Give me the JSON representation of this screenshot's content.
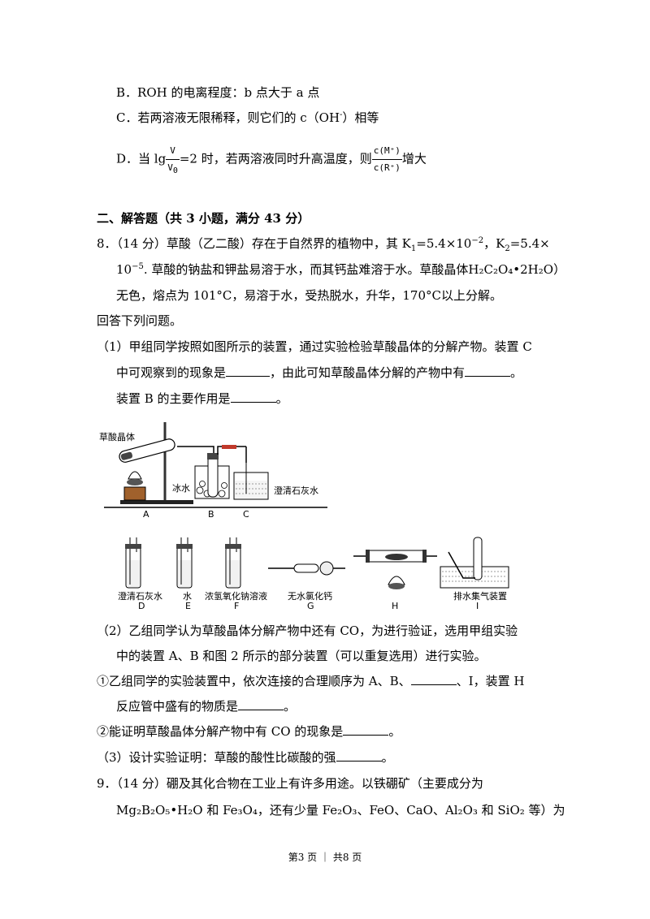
{
  "options": {
    "b": "B．ROH 的电离程度：b 点大于 a 点",
    "c_pre": "C．若两溶液无限稀释，则它们的 c（OH",
    "c_sup": "-",
    "c_post": "）相等",
    "d_pre": "D．当 lg",
    "d_frac_num": "V",
    "d_frac_den": "V",
    "d_frac_den_sub": "0",
    "d_mid": "=2 时，若两溶液同时升高温度，则",
    "d_frac2_num": "c(M⁺)",
    "d_frac2_den": "c(R⁺)",
    "d_post": "增大"
  },
  "section_title": "二、解答题（共 3 小题，满分 43 分）",
  "q8": {
    "l1_pre": "8．（14 分）草酸（乙二酸）存在于自然界的植物中，其 K",
    "k1_sub": "1",
    "l1_mid": "=5.4×10",
    "l1_exp": "−2",
    "l1_mid2": "，K",
    "k2_sub": "2",
    "l1_end": "=5.4×",
    "l2_pre": "10",
    "l2_exp": "−5",
    "l2_mid": ". 草酸的钠盐和钾盐易溶于水，而其钙盐难溶于水。草酸晶体",
    "formula": "H₂C₂O₄•2H₂O",
    "l2_end": "）",
    "l3": "无色，熔点为 101°C，易溶于水，受热脱水，升华，170°C以上分解。",
    "l4": "回答下列问题。",
    "p1_l1": "（1）甲组同学按照如图所示的装置，通过实验检验草酸晶体的分解产物。装置 C",
    "p1_l2a": "中可观察到的现象是",
    "p1_l2b": "，由此可知草酸晶体分解的产物中有",
    "p1_l2c": "。",
    "p1_l3a": "装置 B 的主要作用是",
    "p1_l3b": "。",
    "fig": {
      "lbl_crystal": "草酸晶体",
      "lbl_ice": "冰水",
      "lbl_lime_top": "澄清石灰水",
      "A": "A",
      "B": "B",
      "C": "C",
      "lbl_lime": "澄清石灰水",
      "lbl_water": "水",
      "lbl_naoh": "浓氢氧化钠溶液",
      "lbl_cacl2": "无水氯化钙",
      "lbl_gas": "排水集气装置",
      "D": "D",
      "E": "E",
      "F": "F",
      "G": "G",
      "H": "H",
      "I": "I"
    },
    "p2_l1": "（2）乙组同学认为草酸晶体分解产物中还有 CO，为进行验证，选用甲组实验",
    "p2_l2": "中的装置 A、B 和图 2 所示的部分装置（可以重复选用）进行实验。",
    "p2a_l1a": "①乙组同学的实验装置中，依次连接的合理顺序为 A、B、",
    "p2a_l1b": "、I，装置 H",
    "p2a_l2a": "反应管中盛有的物质是",
    "p2a_l2b": "。",
    "p2b_a": "②能证明草酸晶体分解产物中有 CO 的现象是",
    "p2b_b": "。",
    "p3_a": "（3）设计实验证明：草酸的酸性比碳酸的强",
    "p3_b": "。"
  },
  "q9": {
    "l1": "9．（14 分）硼及其化合物在工业上有许多用途。以铁硼矿（主要成分为",
    "l2": "Mg₂B₂O₅•H₂O 和 Fe₃O₄，还有少量 Fe₂O₃、FeO、CaO、Al₂O₃ 和 SiO₂ 等）为"
  },
  "footer": "第3 页 ｜ 共8 页"
}
